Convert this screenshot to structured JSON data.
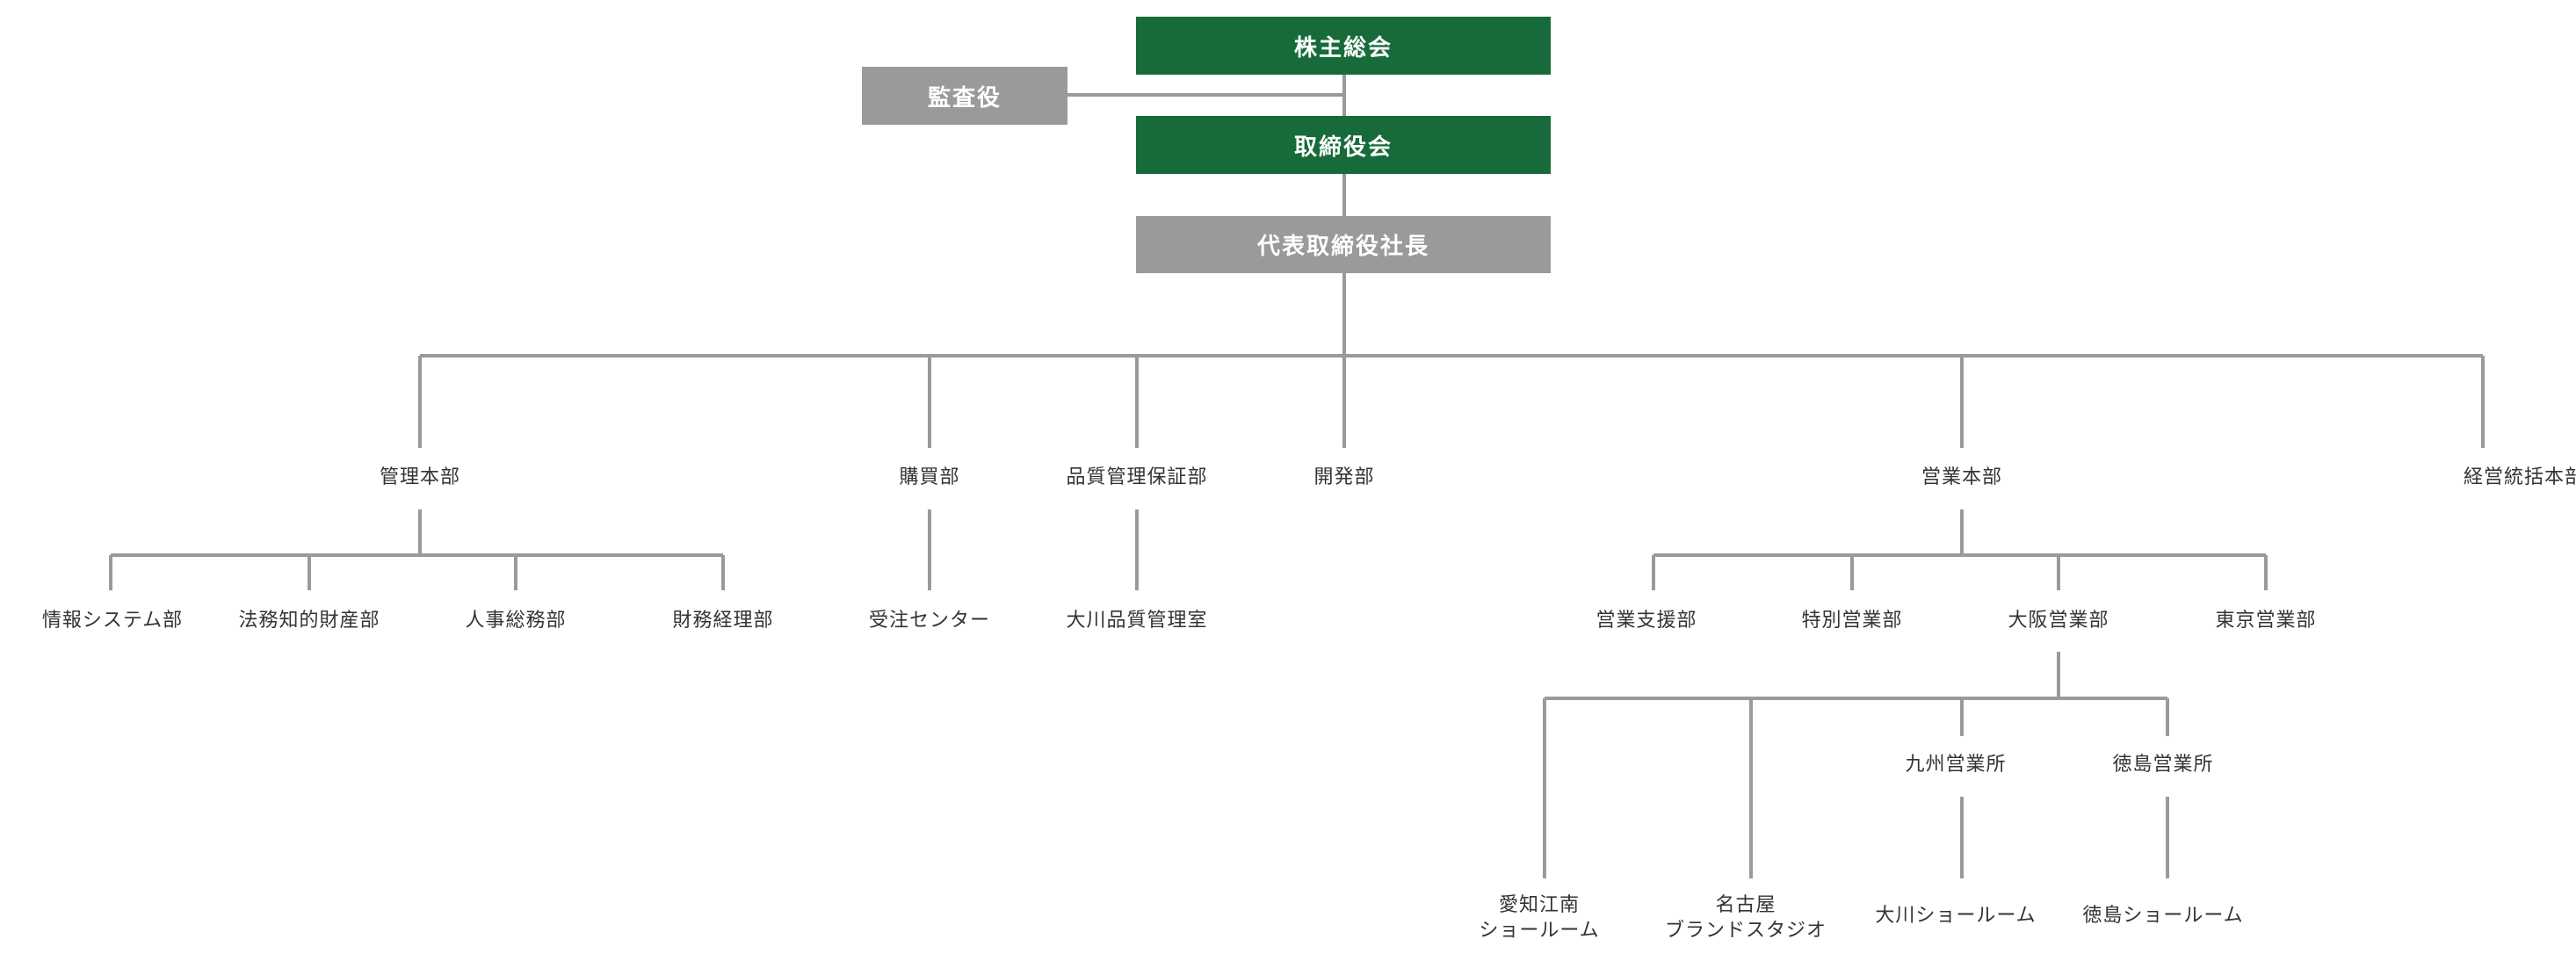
{
  "colors": {
    "executive": "#176b3a",
    "secondary": "#9a9a9a",
    "connector": "#9a9a9a",
    "text": "#333333"
  },
  "boxes": {
    "shareholders": "株主総会",
    "auditor": "監査役",
    "board": "取締役会",
    "president": "代表取締役社長"
  },
  "departments": {
    "admin_hq": "管理本部",
    "purchasing": "購買部",
    "quality_assurance": "品質管理保証部",
    "development": "開発部",
    "sales_hq": "営業本部",
    "management_hq": "経営統括本部"
  },
  "admin_units": {
    "info_systems": "情報システム部",
    "legal_ip": "法務知的財産部",
    "hr_general": "人事総務部",
    "finance_accounting": "財務経理部"
  },
  "purchasing_units": {
    "order_center": "受注センター"
  },
  "qa_units": {
    "okawa_qc": "大川品質管理室"
  },
  "sales_units": {
    "sales_support": "営業支援部",
    "special_sales": "特別営業部",
    "osaka_sales": "大阪営業部",
    "tokyo_sales": "東京営業部"
  },
  "osaka_units": {
    "kyushu_office": "九州営業所",
    "tokushima_office": "徳島営業所"
  },
  "showrooms": {
    "aichi_konan": {
      "line1": "愛知江南",
      "line2": "ショールーム"
    },
    "nagoya_brand": {
      "line1": "名古屋",
      "line2": "ブランドスタジオ"
    },
    "okawa": "大川ショールーム",
    "tokushima": "徳島ショールーム"
  }
}
